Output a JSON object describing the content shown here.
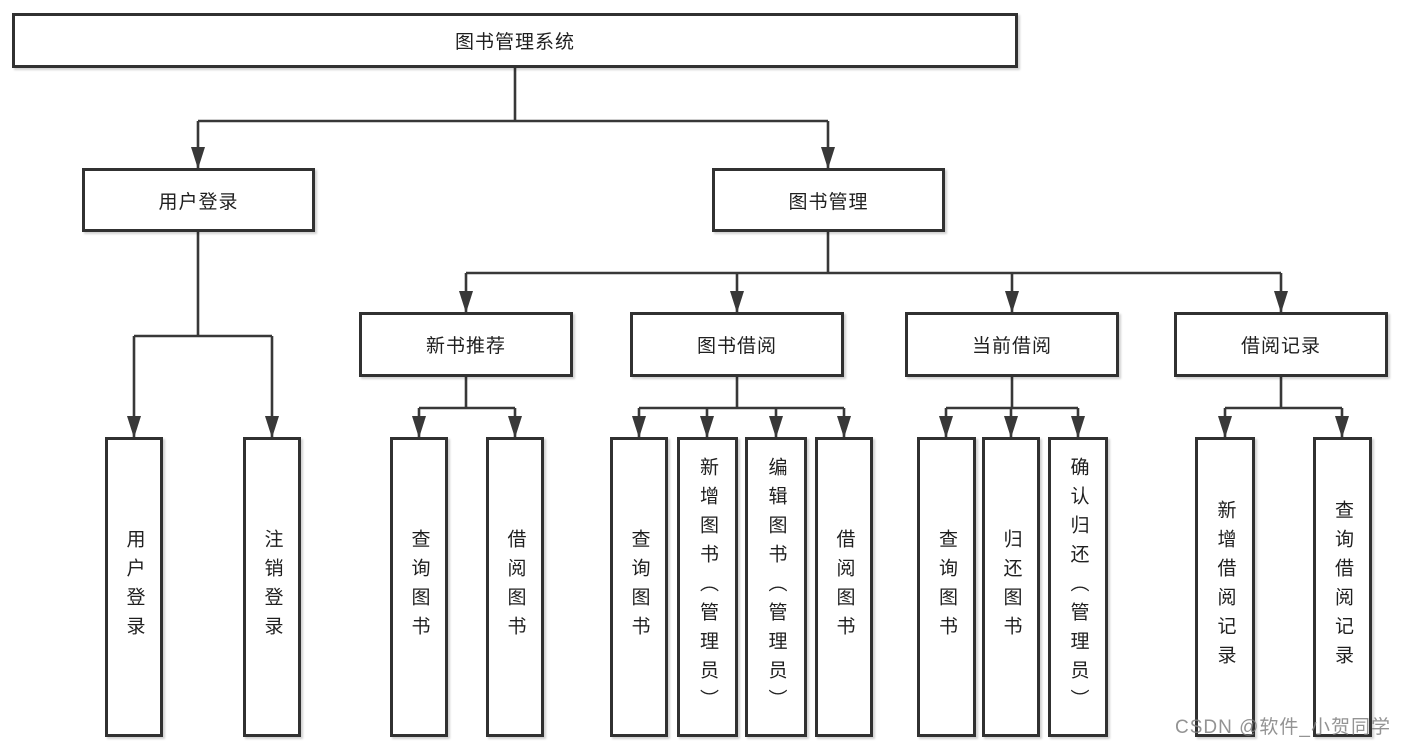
{
  "diagram": {
    "root": {
      "label": "图书管理系统"
    },
    "level2": {
      "user_login": {
        "label": "用户登录"
      },
      "book_mgmt": {
        "label": "图书管理"
      }
    },
    "level3": {
      "new_book_rec": {
        "label": "新书推荐"
      },
      "book_borrow": {
        "label": "图书借阅"
      },
      "current_borrow": {
        "label": "当前借阅"
      },
      "borrow_records": {
        "label": "借阅记录"
      }
    },
    "leaves": {
      "user_login_leaf": "用户登录",
      "logout": "注销登录",
      "rec_query_book": "查询图书",
      "rec_borrow_book": "借阅图书",
      "bb_query_book": "查询图书",
      "bb_add_book": "新增图书（管理员）",
      "bb_edit_book": "编辑图书（管理员）",
      "bb_borrow_book": "借阅图书",
      "cb_query_book": "查询图书",
      "cb_return_book": "归还图书",
      "cb_confirm_return": "确认归还（管理员）",
      "br_add_record": "新增借阅记录",
      "br_query_record": "查询借阅记录"
    }
  },
  "watermark": {
    "text": "CSDN @软件_小贺同学"
  },
  "colors": {
    "line": "#383838",
    "box_border": "#313131",
    "text": "#1f1f1f",
    "watermark": "#808080",
    "background": "#ffffff"
  }
}
